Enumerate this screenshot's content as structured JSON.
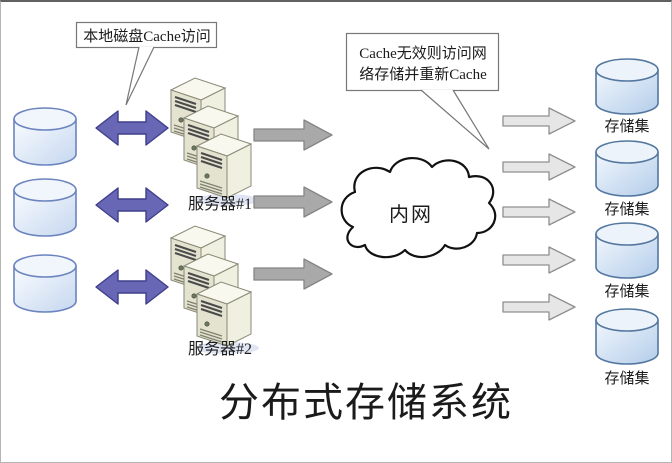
{
  "diagram": {
    "title": "分布式存储系统",
    "callout_local": {
      "text": "本地磁盘Cache访问"
    },
    "callout_network": {
      "line1": "Cache无效则访问网",
      "line2": "络存储并重新Cache"
    },
    "cloud_label": "内网",
    "server1_label": "服务器#1",
    "server2_label": "服务器#2",
    "storage_labels": [
      "存储集",
      "存储集",
      "存储集",
      "存储集"
    ],
    "colors": {
      "arrow_blue_fill": "#6767b5",
      "arrow_blue_stroke": "#3f3f8c",
      "arrow_gray_fill": "#a9a9a9",
      "arrow_light_fill": "#e6e6e6",
      "cylinder_body_blue": "#c5d7ef",
      "cylinder_stroke": "#5c7fb8",
      "server_face": "#e3e3d0",
      "cloud_stroke": "#111111"
    }
  }
}
